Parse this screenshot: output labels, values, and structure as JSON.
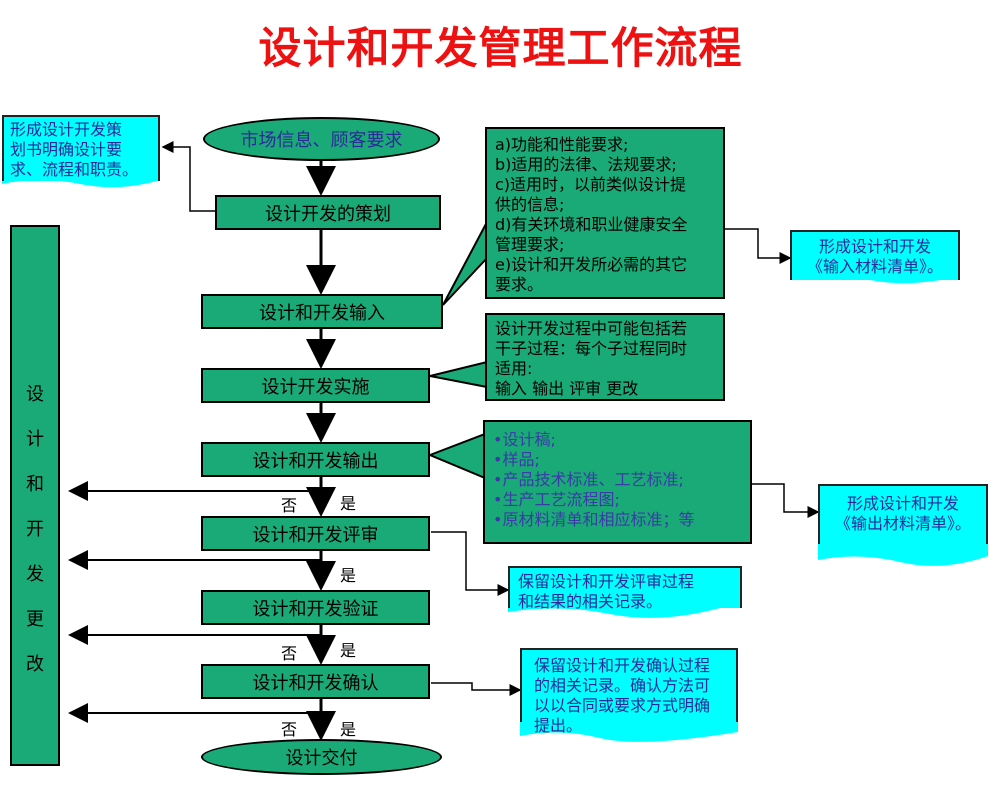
{
  "title": "设计和开发管理工作流程",
  "start": "市场信息、顾客要求",
  "steps": [
    "设计开发的策划",
    "设计和开发输入",
    "设计开发实施",
    "设计和开发输出",
    "设计和开发评审",
    "设计和开发验证",
    "设计和开发确认",
    "设计交付"
  ],
  "side_label": [
    "设",
    "计",
    "和",
    "开",
    "发",
    "更",
    "改"
  ],
  "yes": "是",
  "no": "否",
  "doc_planning": [
    "形成设计开发策",
    "划书明确设计要",
    "求、流程和职责。"
  ],
  "input_requirements": [
    "a)功能和性能要求;",
    "b)适用的法律、法规要求;",
    "c)适用时，以前类似设计提",
    "供的信息;",
    "d)有关环境和职业健康安全",
    "管理要求;",
    "e)设计和开发所必需的其它",
    "要求。"
  ],
  "doc_input": [
    "形成设计和开发",
    "《输入材料清单》。"
  ],
  "implement_note": [
    "设计开发过程中可能包括若",
    "干子过程：每个子过程同时",
    "适用:",
    "输入  输出  评审  更改"
  ],
  "output_items": [
    "•设计稿;",
    "•样品;",
    "•产品技术标准、工艺标准;",
    "•生产工艺流程图;",
    "•原材料清单和相应标准；等"
  ],
  "doc_output": [
    "形成设计和开发",
    "《输出材料清单》。"
  ],
  "review_record": [
    "保留设计和开发评审过程",
    "和结果的相关记录。"
  ],
  "validation_record": [
    "保留设计和开发确认过程",
    "的相关记录。确认方法可",
    "以以合同或要求方式明确",
    "提出。"
  ],
  "colors": {
    "title": "#ee1111",
    "box": "#1aaa78",
    "document": "#00ffff",
    "document_text": "#2a2a9a"
  }
}
